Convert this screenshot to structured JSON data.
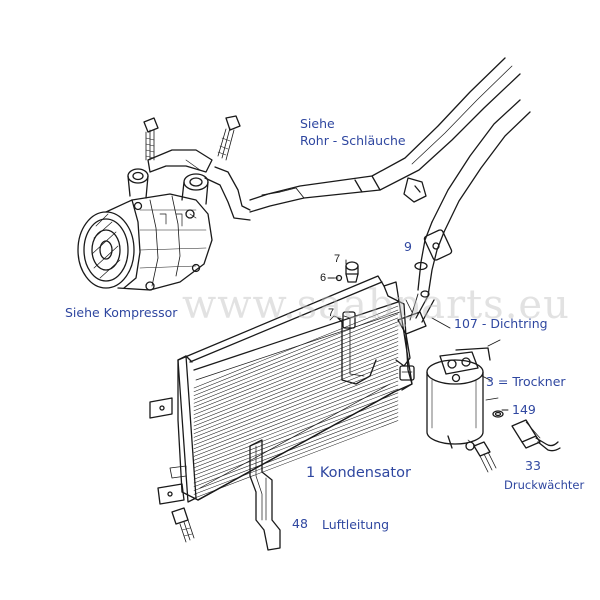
{
  "labels": {
    "see_hoses_line1": "Siehe",
    "see_hoses_line2": "Rohr - Schläuche",
    "see_compressor": "Siehe Kompressor",
    "seal": "107 - Dichtring",
    "dryer": "3  = Trockner",
    "oring": "149",
    "pressure_switch_num": "33",
    "pressure_switch": "Druckwächter",
    "condenser": "1  Kondensator",
    "air_duct_num": "48",
    "air_duct": "Luftleitung",
    "part_9": "9"
  },
  "callouts": {
    "n7a": "7",
    "n6": "6",
    "n7b": "7"
  },
  "watermark": "www.saabparts.eu",
  "colors": {
    "label": "#2f47a0",
    "line": "#1a1a1a"
  }
}
